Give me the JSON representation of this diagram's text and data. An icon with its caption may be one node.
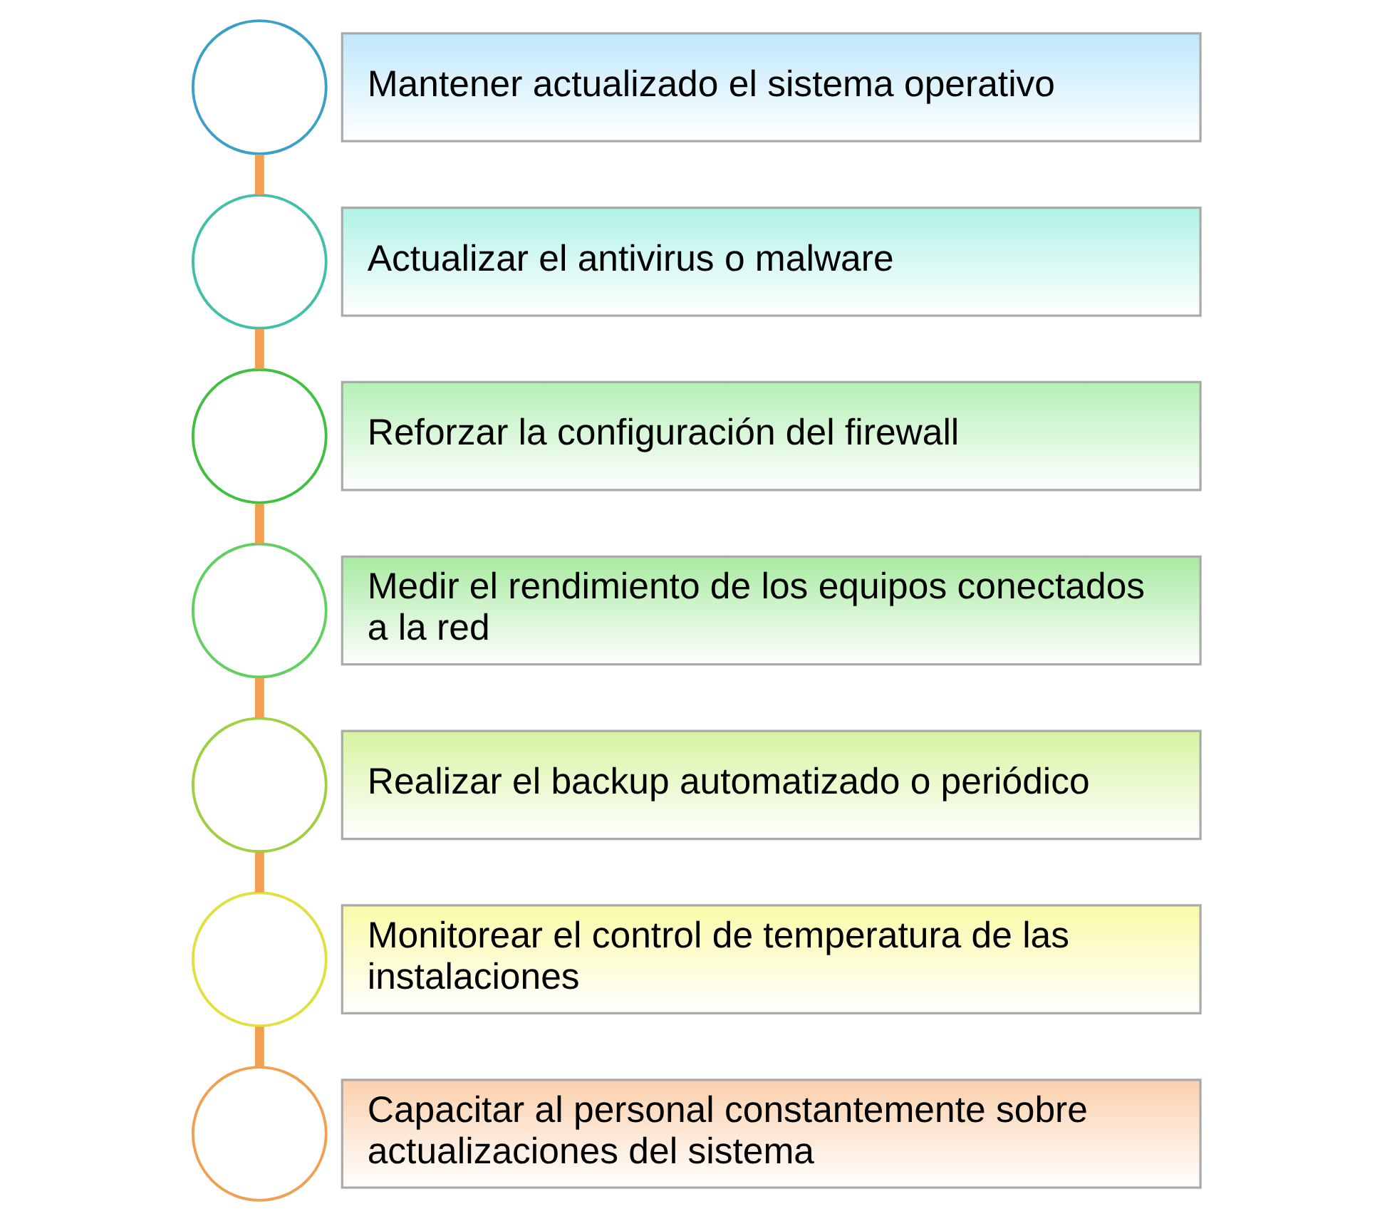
{
  "diagram": {
    "nodes": [
      {
        "text": [],
        "shape": "circle"
      },
      {
        "text": [
          "Mantener actualizado el sistema operativo"
        ]
      },
      {
        "text": [],
        "shape": "circle"
      },
      {
        "text": [
          "Actualizar el antivirus o malware"
        ]
      },
      {
        "text": [],
        "shape": "circle"
      },
      {
        "text": [
          "Reforzar la configuración del firewall"
        ]
      },
      {
        "text": [],
        "shape": "circle"
      },
      {
        "text": [
          "Medir el rendimiento de los equipos conectados a la red"
        ]
      },
      {
        "text": [],
        "shape": "circle"
      },
      {
        "text": [
          "Realizar el backup automatizado o periódico"
        ]
      },
      {
        "text": [],
        "shape": "circle"
      },
      {
        "text": [
          "Monitorear el control de temperatura de las instalaciones"
        ]
      },
      {
        "text": [],
        "shape": "circle"
      },
      {
        "text": [
          "Capacitar al personal constantemente sobre actualizaciones del sistema"
        ]
      }
    ],
    "edges": [
      {
        "from": 0,
        "to": 2,
        "arrow": "none"
      },
      {
        "from": 2,
        "to": 4,
        "arrow": "none"
      },
      {
        "from": 4,
        "to": 6,
        "arrow": "none"
      },
      {
        "from": 6,
        "to": 8,
        "arrow": "none"
      },
      {
        "from": 8,
        "to": 10,
        "arrow": "none"
      },
      {
        "from": 10,
        "to": 12,
        "arrow": "none"
      }
    ]
  }
}
